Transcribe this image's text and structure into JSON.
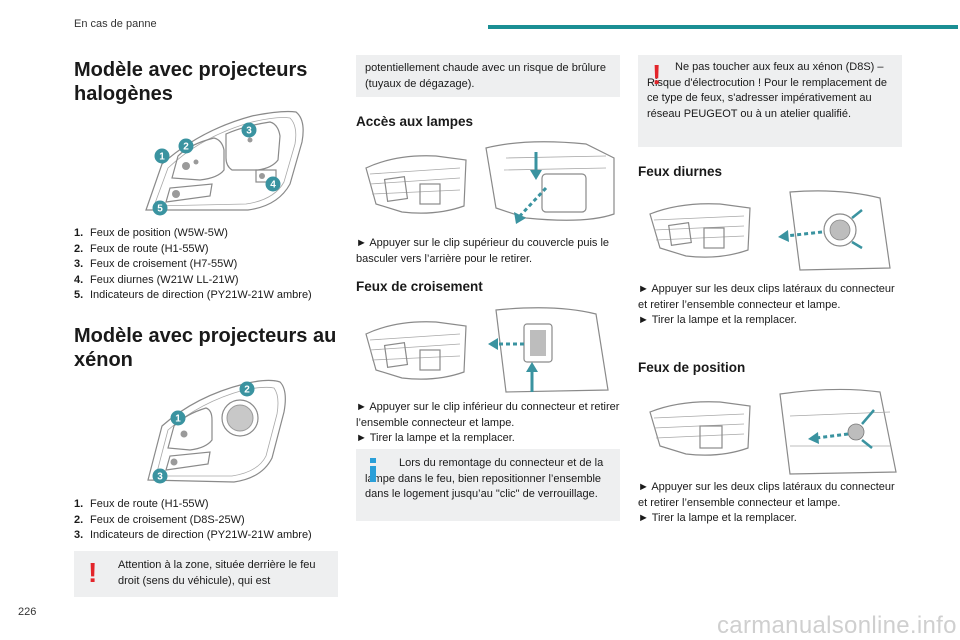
{
  "header": {
    "section": "En cas de panne"
  },
  "page_number": "226",
  "watermark": "carmanualsonline.info",
  "halogen": {
    "title": "Modèle avec projecteurs halogènes",
    "badges": [
      "1",
      "2",
      "3",
      "4",
      "5"
    ],
    "items": [
      {
        "num": "1.",
        "text": "Feux de position (W5W-5W)"
      },
      {
        "num": "2.",
        "text": "Feux de route (H1-55W)"
      },
      {
        "num": "3.",
        "text": "Feux de croisement (H7-55W)"
      },
      {
        "num": "4.",
        "text": "Feux diurnes (W21W LL-21W)"
      },
      {
        "num": "5.",
        "text": "Indicateurs de direction (PY21W-21W ambre)"
      }
    ]
  },
  "xenon": {
    "title": "Modèle avec projecteurs au xénon",
    "badges": [
      "1",
      "2",
      "3"
    ],
    "items": [
      {
        "num": "1.",
        "text": "Feux de route (H1-55W)"
      },
      {
        "num": "2.",
        "text": "Feux de croisement (D8S-25W)"
      },
      {
        "num": "3.",
        "text": "Indicateurs de direction (PY21W-21W ambre)"
      }
    ]
  },
  "warning1": {
    "text": "Attention à la zone, située derrière le feu droit (sens du véhicule), qui est",
    "continued": "potentiellement chaude avec un risque de brûlure (tuyaux de dégazage)."
  },
  "acces": {
    "title": "Accès aux lampes",
    "text": "► Appuyer sur le clip supérieur du couvercle puis le basculer vers l’arrière pour le retirer."
  },
  "croisement": {
    "title": "Feux de croisement",
    "text1": "► Appuyer sur le clip inférieur du connecteur et retirer l’ensemble connecteur et lampe.",
    "text2": "► Tirer la lampe et la remplacer."
  },
  "info": {
    "text": "Lors du remontage du connecteur et de la lampe dans le feu, bien repositionner l’ensemble dans le logement jusqu’au \"clic\" de verrouillage."
  },
  "warning2": {
    "text": "Ne pas toucher aux feux au xénon (D8S) – Risque d'électrocution ! Pour le remplacement de ce type de feux, s'adresser impérativement au réseau PEUGEOT ou à un atelier qualifié."
  },
  "diurnes": {
    "title": "Feux diurnes",
    "text1": "► Appuyer sur les deux clips latéraux du connecteur et retirer l’ensemble connecteur et lampe.",
    "text2": "► Tirer la lampe et la remplacer."
  },
  "position": {
    "title": "Feux de position",
    "text1": "► Appuyer sur les deux clips latéraux du connecteur et retirer l’ensemble connecteur et lampe.",
    "text2": "► Tirer la lampe et la remplacer."
  },
  "colors": {
    "accent": "#1a8f94",
    "badge": "#3a93a0",
    "warning": "#e3252b",
    "info_blue": "#2a9fd8",
    "box_bg": "#eeeff0"
  }
}
